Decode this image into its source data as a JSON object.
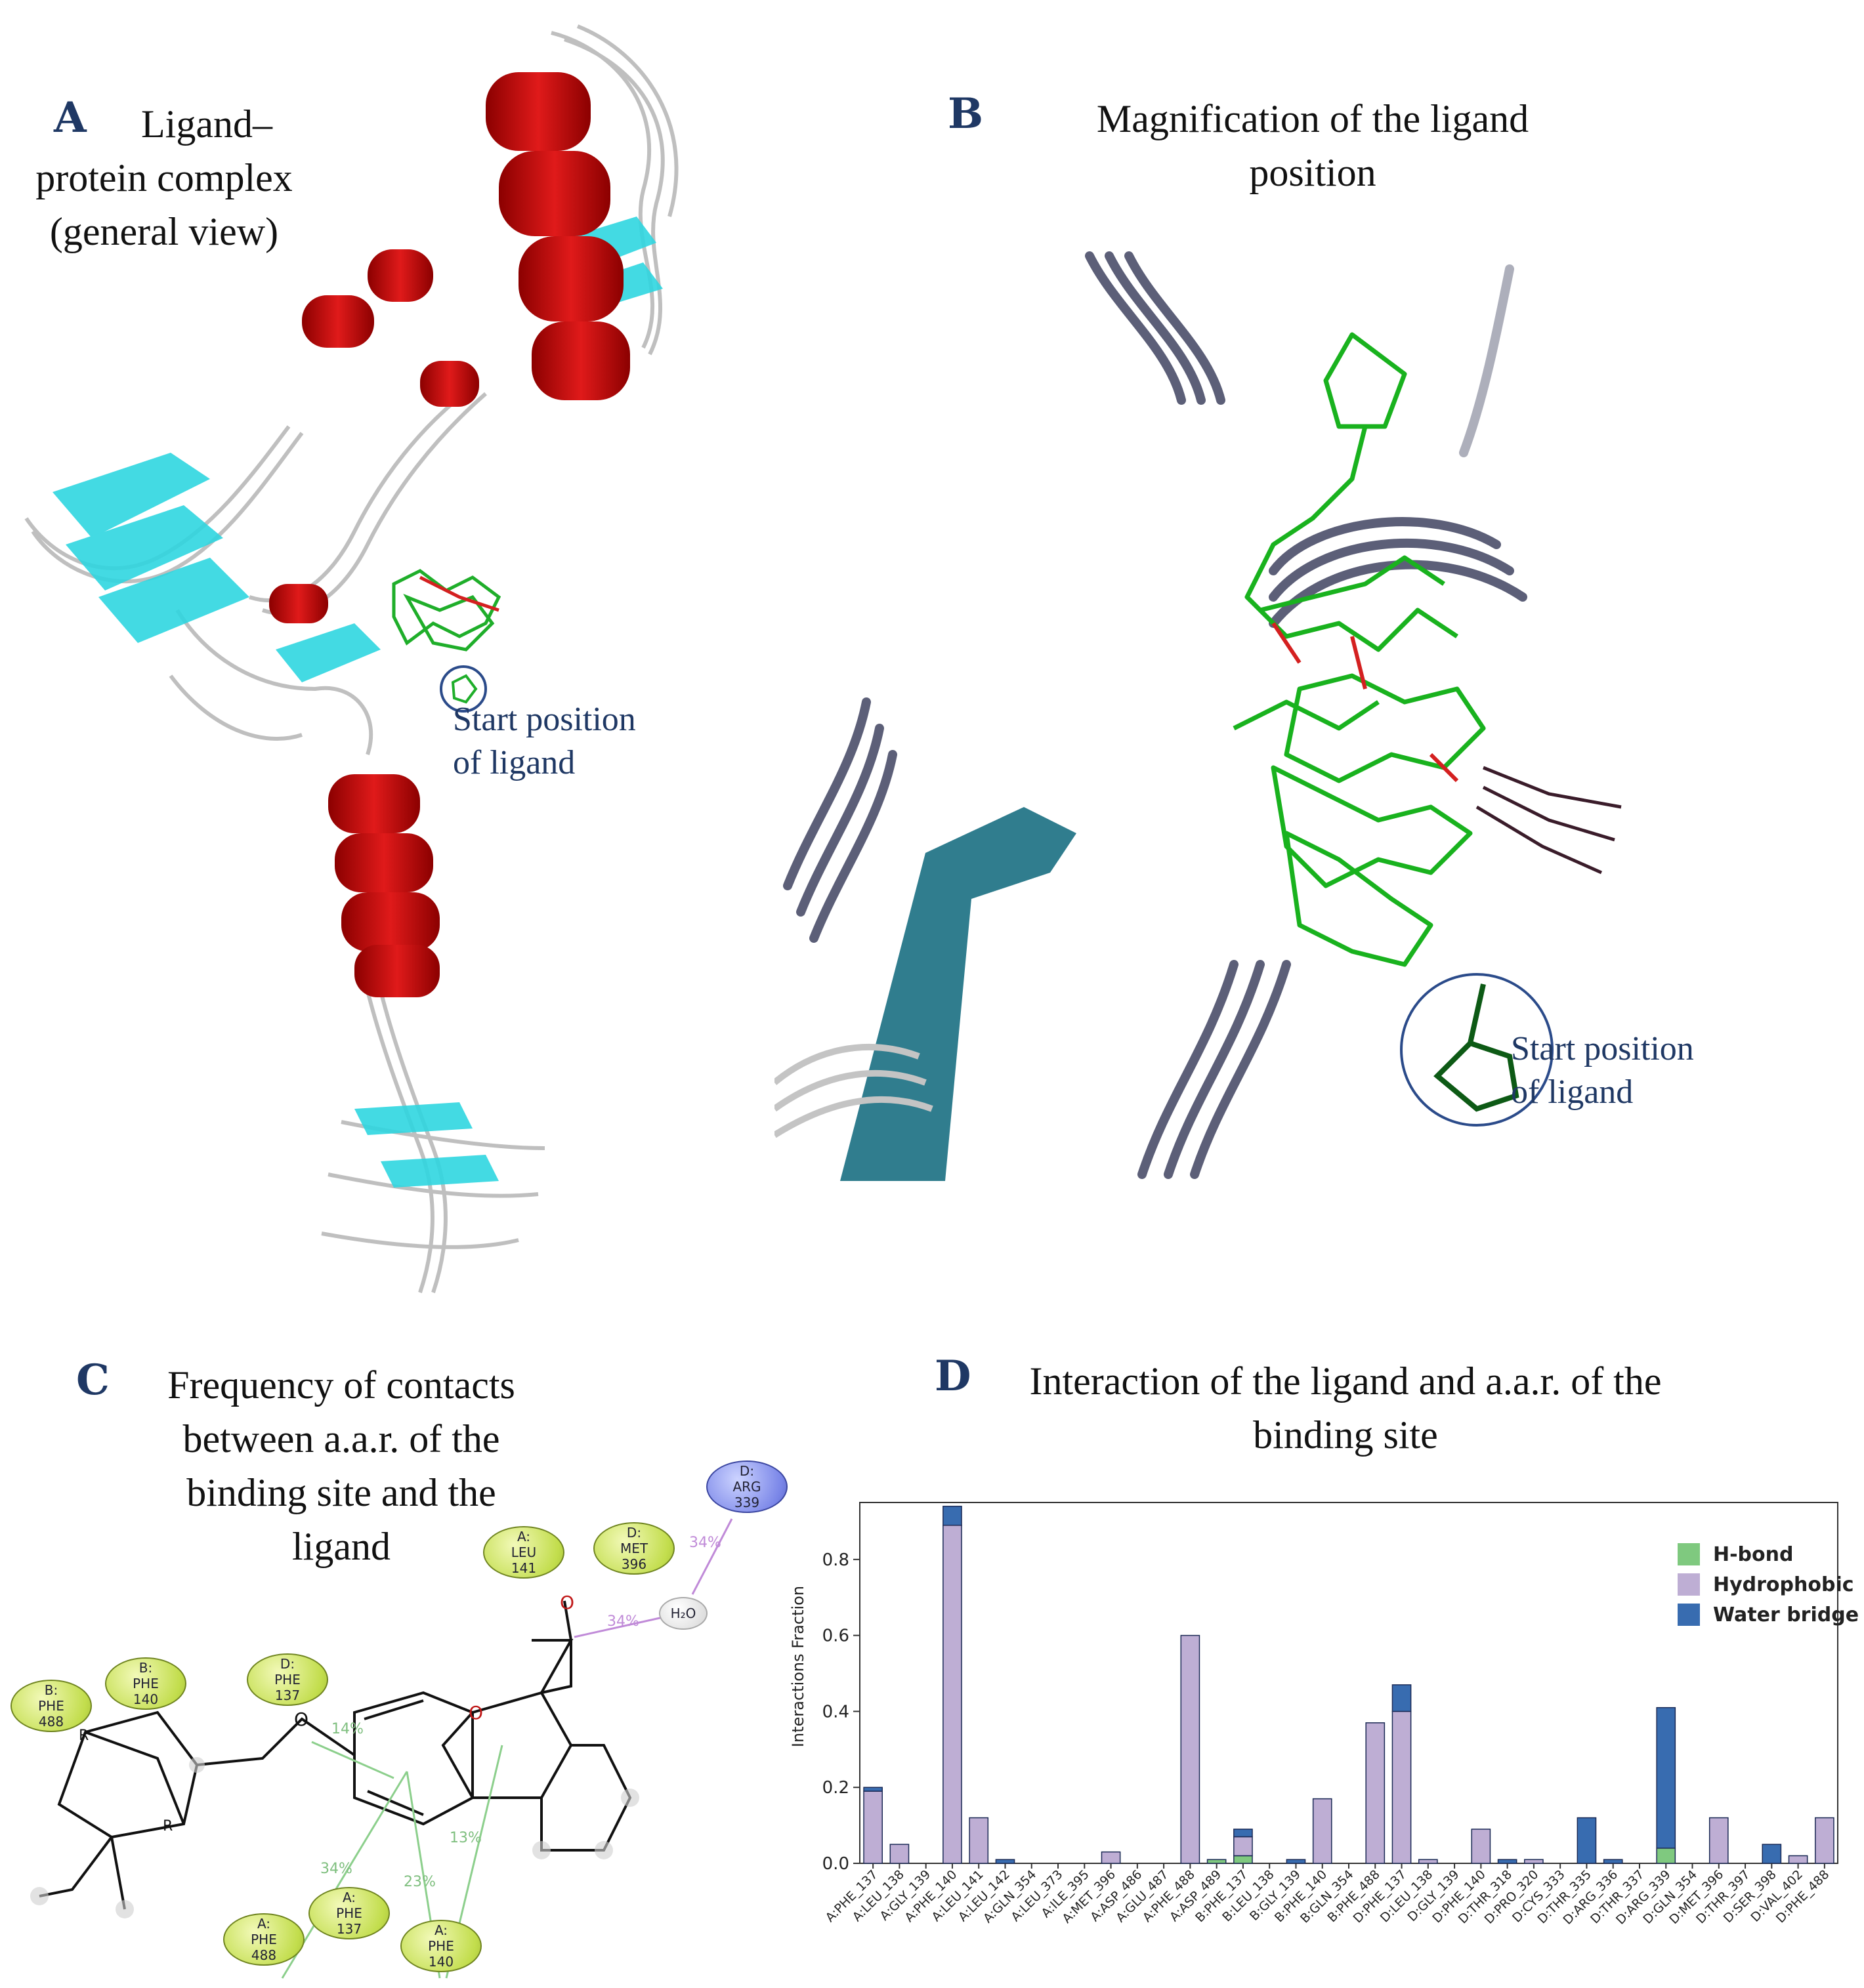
{
  "panel_a": {
    "letter": "A",
    "title_lines": [
      "Ligand–",
      "protein complex",
      "(general view)"
    ],
    "note_lines": [
      "Start position",
      "of ligand"
    ]
  },
  "panel_b": {
    "letter": "B",
    "title_lines": [
      "Magnification of the ligand",
      "position"
    ],
    "note_lines": [
      "Start position",
      "of ligand"
    ]
  },
  "panel_c": {
    "letter": "C",
    "title_lines": [
      "Frequency of contacts",
      "between a.a.r. of the",
      "binding site and the",
      "ligand"
    ],
    "residues": [
      {
        "chain": "D:",
        "name": "ARG",
        "num": "339"
      },
      {
        "chain": "A:",
        "name": "LEU",
        "num": "141"
      },
      {
        "chain": "D:",
        "name": "MET",
        "num": "396"
      },
      {
        "chain": "B:",
        "name": "PHE",
        "num": "488"
      },
      {
        "chain": "B:",
        "name": "PHE",
        "num": "140"
      },
      {
        "chain": "D:",
        "name": "PHE",
        "num": "137"
      },
      {
        "chain": "A:",
        "name": "PHE",
        "num": "488"
      },
      {
        "chain": "A:",
        "name": "PHE",
        "num": "137"
      },
      {
        "chain": "A:",
        "name": "PHE",
        "num": "140"
      }
    ],
    "water_label": "H₂O",
    "percent_labels": [
      "34%",
      "34%",
      "14%",
      "34%",
      "23%",
      "13%"
    ],
    "atom_labels": [
      "O",
      "O",
      "O",
      "R",
      "R"
    ]
  },
  "panel_d": {
    "letter": "D",
    "title_lines": [
      "Interaction of the ligand and a.a.r. of the",
      "binding site"
    ]
  },
  "chart_data": {
    "type": "bar",
    "stacked": true,
    "ylabel": "Interactions Fraction",
    "ylim": [
      0,
      0.95
    ],
    "yticks": [
      0.0,
      0.2,
      0.4,
      0.6,
      0.8
    ],
    "ytick_labels": [
      "0.0",
      "0.2",
      "0.4",
      "0.6",
      "0.8"
    ],
    "legend_position": "top-right",
    "categories": [
      "A:PHE_137",
      "A:LEU_138",
      "A:GLY_139",
      "A:PHE_140",
      "A:LEU_141",
      "A:LEU_142",
      "A:GLN_354",
      "A:LEU_373",
      "A:ILE_395",
      "A:MET_396",
      "A:ASP_486",
      "A:GLU_487",
      "A:PHE_488",
      "A:ASP_489",
      "B:PHE_137",
      "B:LEU_138",
      "B:GLY_139",
      "B:PHE_140",
      "B:GLN_354",
      "B:PHE_488",
      "D:PHE_137",
      "D:LEU_138",
      "D:GLY_139",
      "D:PHE_140",
      "D:THR_318",
      "D:PRO_320",
      "D:CYS_333",
      "D:THR_335",
      "D:ARG_336",
      "D:THR_337",
      "D:ARG_339",
      "D:GLN_354",
      "D:MET_396",
      "D:THR_397",
      "D:SER_398",
      "D:VAL_402",
      "D:PHE_488"
    ],
    "series": [
      {
        "name": "H-bond",
        "color": "#7fc97f",
        "values": [
          0,
          0,
          0,
          0,
          0,
          0,
          0,
          0,
          0,
          0,
          0,
          0,
          0,
          0.01,
          0.02,
          0,
          0,
          0,
          0,
          0,
          0,
          0,
          0,
          0,
          0,
          0,
          0,
          0,
          0,
          0,
          0.04,
          0,
          0,
          0,
          0,
          0,
          0
        ]
      },
      {
        "name": "Hydrophobic",
        "color": "#beaed4",
        "values": [
          0.19,
          0.05,
          0,
          0.89,
          0.12,
          0,
          0,
          0,
          0,
          0.03,
          0,
          0,
          0.6,
          0,
          0.05,
          0,
          0,
          0.17,
          0,
          0.37,
          0.4,
          0.01,
          0,
          0.09,
          0,
          0.01,
          0,
          0,
          0,
          0,
          0,
          0,
          0.12,
          0,
          0,
          0.02,
          0.12
        ]
      },
      {
        "name": "Water bridge",
        "color": "#386cb0",
        "values": [
          0.01,
          0,
          0,
          0.05,
          0,
          0.01,
          0,
          0,
          0,
          0,
          0,
          0,
          0,
          0,
          0.02,
          0,
          0.01,
          0,
          0,
          0,
          0.07,
          0,
          0,
          0,
          0.01,
          0,
          0,
          0.12,
          0.01,
          0,
          0.37,
          0,
          0,
          0,
          0.05,
          0,
          0
        ]
      }
    ]
  }
}
